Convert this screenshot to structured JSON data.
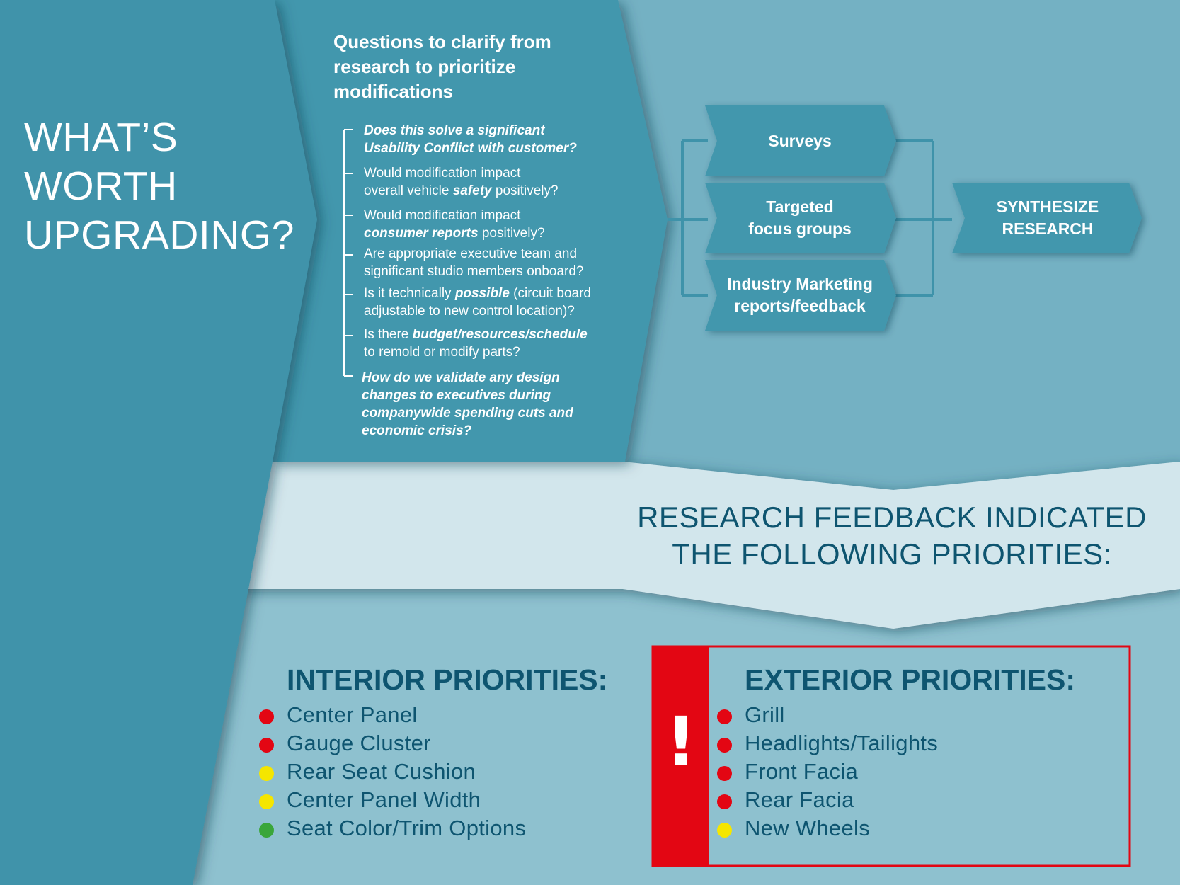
{
  "title": {
    "lines": [
      "WHAT’S",
      "WORTH",
      "UPGRADING?"
    ]
  },
  "questions": {
    "heading_lines": [
      "Questions to clarify from",
      "research to prioritize",
      "modifications"
    ],
    "items": [
      {
        "style": "italic",
        "lines": [
          [
            {
              "t": "Does this solve a significant"
            }
          ],
          [
            {
              "t": "Usability Conflict with customer?"
            }
          ]
        ]
      },
      {
        "style": "normal",
        "lines": [
          [
            {
              "t": "Would modification impact"
            }
          ],
          [
            {
              "t": "overall vehicle "
            },
            {
              "t": "safety",
              "b": true
            },
            {
              "t": " positively?"
            }
          ]
        ]
      },
      {
        "style": "normal",
        "lines": [
          [
            {
              "t": "Would modification impact"
            }
          ],
          [
            {
              "t": "consumer reports",
              "b": true
            },
            {
              "t": " positively?"
            }
          ]
        ]
      },
      {
        "style": "normal",
        "lines": [
          [
            {
              "t": "Are appropriate executive team and"
            }
          ],
          [
            {
              "t": "significant studio members onboard?"
            }
          ]
        ]
      },
      {
        "style": "normal",
        "lines": [
          [
            {
              "t": "Is it technically "
            },
            {
              "t": "possible",
              "b": true
            },
            {
              "t": " (circuit board"
            }
          ],
          [
            {
              "t": "adjustable to new control location)?"
            }
          ]
        ]
      },
      {
        "style": "normal",
        "lines": [
          [
            {
              "t": "Is there "
            },
            {
              "t": "budget/resources/schedule",
              "b": true
            }
          ],
          [
            {
              "t": "to remold or modify parts?"
            }
          ]
        ]
      },
      {
        "style": "italic",
        "lines": [
          [
            {
              "t": "How do we validate any design"
            }
          ],
          [
            {
              "t": "changes to executives during"
            }
          ],
          [
            {
              "t": "companywide spending cuts and"
            }
          ],
          [
            {
              "t": "economic crisis?"
            }
          ]
        ]
      }
    ]
  },
  "research_methods": [
    {
      "lines": [
        "Surveys"
      ]
    },
    {
      "lines": [
        "Targeted",
        "focus groups"
      ]
    },
    {
      "lines": [
        "Industry Marketing",
        "reports/feedback"
      ]
    }
  ],
  "synthesize": {
    "lines": [
      "SYNTHESIZE",
      "RESEARCH"
    ]
  },
  "feedback": {
    "lines": [
      "RESEARCH FEEDBACK INDICATED",
      "THE FOLLOWING PRIORITIES:"
    ]
  },
  "interior": {
    "title": "INTERIOR PRIORITIES:",
    "items": [
      {
        "label": "Center Panel",
        "priority": "red"
      },
      {
        "label": "Gauge Cluster",
        "priority": "red"
      },
      {
        "label": "Rear Seat Cushion",
        "priority": "yellow"
      },
      {
        "label": "Center Panel Width",
        "priority": "yellow"
      },
      {
        "label": "Seat Color/Trim Options",
        "priority": "green"
      }
    ]
  },
  "exterior": {
    "title": "EXTERIOR PRIORITIES:",
    "alert_symbol": "!",
    "items": [
      {
        "label": "Grill",
        "priority": "red"
      },
      {
        "label": "Headlights/Tailights",
        "priority": "red"
      },
      {
        "label": "Front Facia",
        "priority": "red"
      },
      {
        "label": "Rear Facia",
        "priority": "red"
      },
      {
        "label": "New Wheels",
        "priority": "yellow"
      }
    ]
  },
  "colors": {
    "background": "#74b1c3",
    "dark_panel": "#3f93aa",
    "mid_panel": "#4397ad",
    "banner": "#d2e6ec",
    "lower_panel": "#8ec1cf",
    "heading_text": "#0e5570",
    "alert_red": "#e30613",
    "priority_red": "#e30613",
    "priority_yellow": "#f5e600",
    "priority_green": "#3aa63a"
  }
}
